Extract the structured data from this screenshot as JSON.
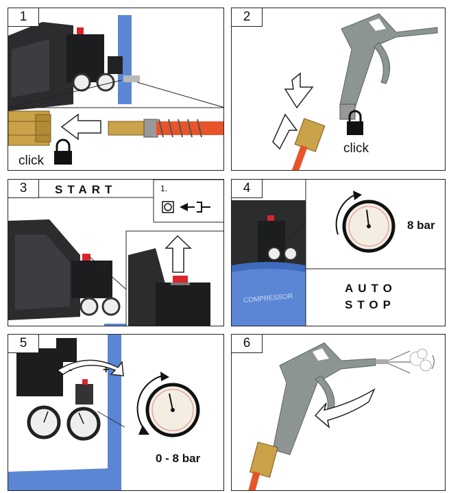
{
  "panels": [
    {
      "number": "1",
      "text": "click"
    },
    {
      "number": "2",
      "text": "click"
    },
    {
      "number": "3",
      "heading": "START",
      "sub_step": "1."
    },
    {
      "number": "4",
      "gauge_label": "8 bar",
      "line1": "AUTO",
      "line2": "STOP"
    },
    {
      "number": "5",
      "minus": "-",
      "plus": "+",
      "gauge_label": "0 - 8 bar"
    },
    {
      "number": "6"
    }
  ],
  "brand_text": "COMPRESSOR",
  "colors": {
    "tank_blue": "#5b86d4",
    "hose_orange": "#e8542a",
    "brass": "#c9a24a",
    "gun_grey": "#8c9494",
    "red_button": "#d8262c"
  }
}
